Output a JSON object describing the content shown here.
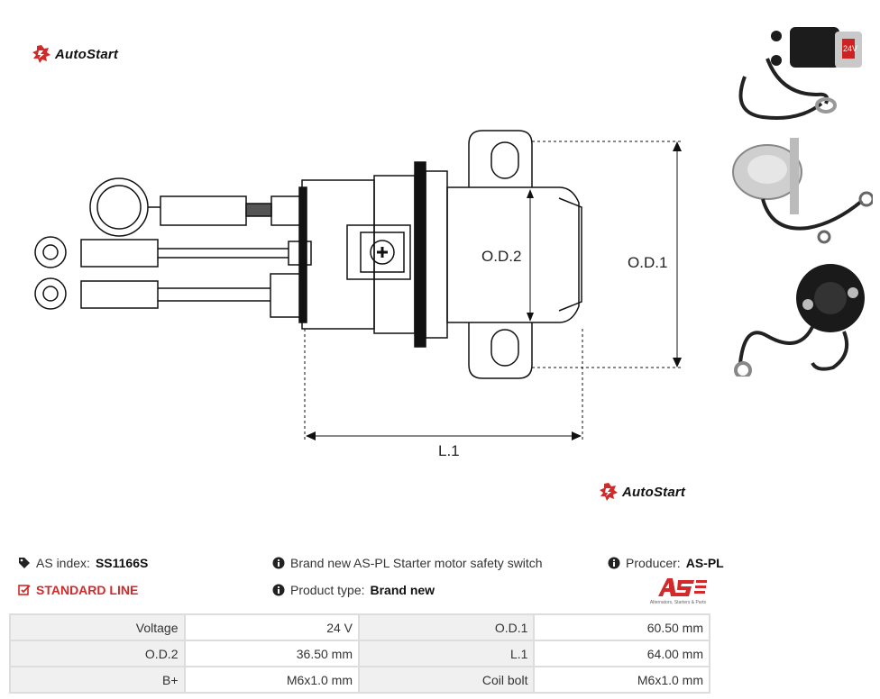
{
  "brand": {
    "name": "AutoStart"
  },
  "diagram": {
    "dimensions": {
      "od2": "O.D.2",
      "od1": "O.D.1",
      "l1": "L.1"
    }
  },
  "product": {
    "index_label": "AS index:",
    "index_value": "SS1166S",
    "line": "STANDARD LINE",
    "description": "Brand new AS-PL Starter motor safety switch",
    "type_label": "Product type:",
    "type_value": "Brand new",
    "producer_label": "Producer:",
    "producer_value": "AS-PL",
    "producer_tagline": "Alternators, Starters & Parts"
  },
  "specs": [
    {
      "label": "Voltage",
      "value": "24 V",
      "label2": "O.D.1",
      "value2": "60.50 mm"
    },
    {
      "label": "O.D.2",
      "value": "36.50 mm",
      "label2": "L.1",
      "value2": "64.00 mm"
    },
    {
      "label": "B+",
      "value": "M6x1.0 mm",
      "label2": "Coil bolt",
      "value2": "M6x1.0 mm"
    }
  ],
  "thumb_label": "24V",
  "colors": {
    "accent_red": "#d22a2a",
    "table_label_bg": "#f0f0f0",
    "border": "#dddddd"
  }
}
